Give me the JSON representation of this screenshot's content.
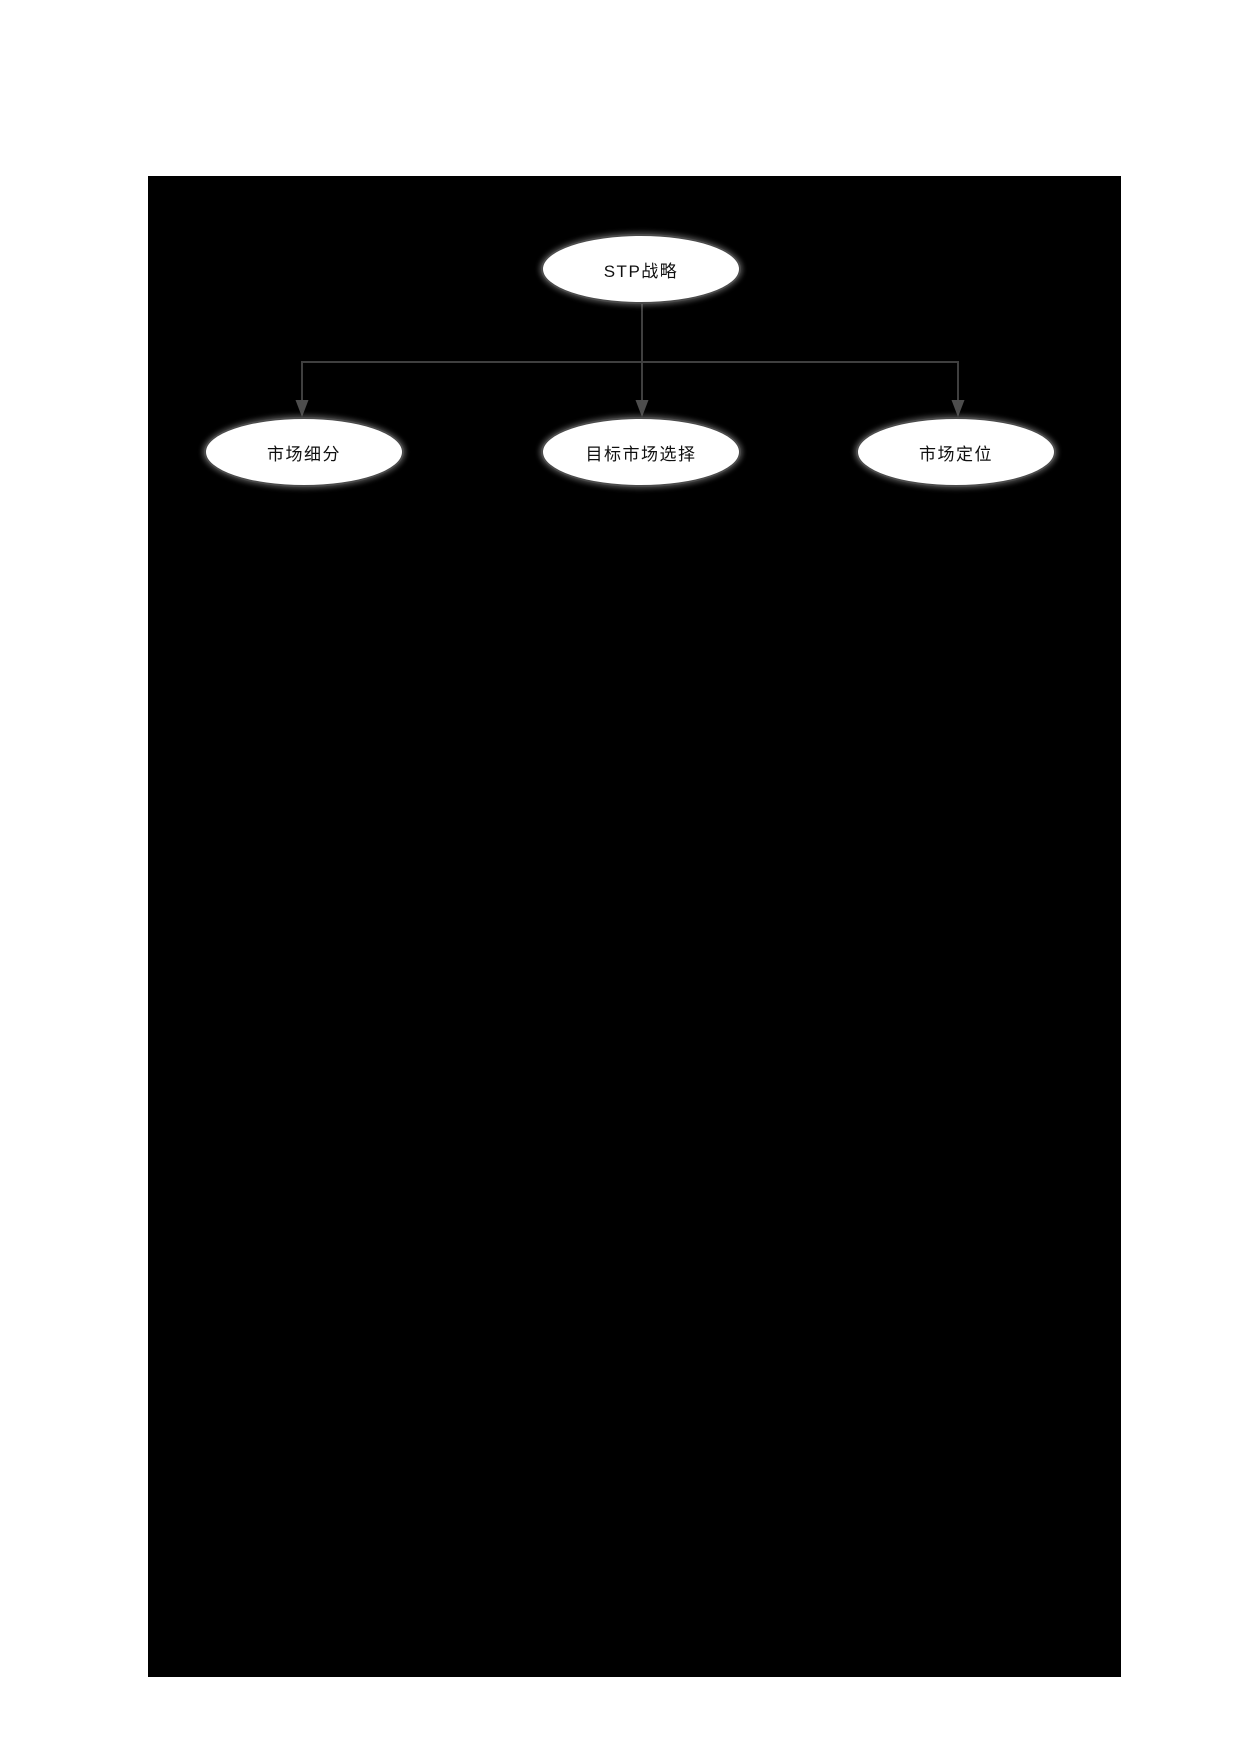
{
  "diagram": {
    "colors": {
      "page_background": "#ffffff",
      "diagram_background": "#000000",
      "node_fill": "#ffffff",
      "node_border": "#4b4b4b",
      "connector": "#3f3f3f",
      "arrowhead": "#4d4d4d",
      "text": "#101010"
    },
    "root": {
      "label": "STP战略"
    },
    "children": [
      {
        "label": "市场细分"
      },
      {
        "label": "目标市场选择"
      },
      {
        "label": "市场定位"
      }
    ]
  }
}
